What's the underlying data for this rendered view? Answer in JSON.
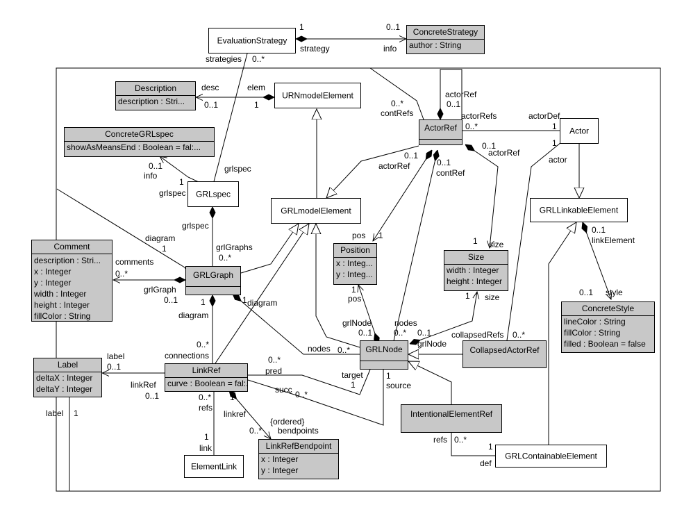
{
  "classes": {
    "evaluationStrategy": {
      "name": "EvaluationStrategy"
    },
    "concreteStrategy": {
      "name": "ConcreteStrategy",
      "attrs": [
        "author : String"
      ]
    },
    "description": {
      "name": "Description",
      "attrs": [
        "description : Stri..."
      ]
    },
    "urnModelElement": {
      "name": "URNmodelElement"
    },
    "concreteGrlSpec": {
      "name": "ConcreteGRLspec",
      "attrs": [
        "showAsMeansEnd : Boolean = fal:..."
      ]
    },
    "actorRef": {
      "name": "ActorRef"
    },
    "actor": {
      "name": "Actor"
    },
    "grlSpec": {
      "name": "GRLspec"
    },
    "grlModelElement": {
      "name": "GRLmodelElement"
    },
    "grlLinkableElement": {
      "name": "GRLLinkableElement"
    },
    "comment": {
      "name": "Comment",
      "attrs": [
        "description : Stri...",
        "x : Integer",
        "y : Integer",
        "width : Integer",
        "height : Integer",
        "fillColor : String"
      ]
    },
    "grlGraph": {
      "name": "GRLGraph"
    },
    "position": {
      "name": "Position",
      "attrs": [
        "x : Integ...",
        "y : Integ..."
      ]
    },
    "size": {
      "name": "Size",
      "attrs": [
        "width : Integer",
        "height : Integer"
      ]
    },
    "concreteStyle": {
      "name": "ConcreteStyle",
      "attrs": [
        "lineColor : String",
        "fillColor : String",
        "filled : Boolean = false"
      ]
    },
    "label": {
      "name": "Label",
      "attrs": [
        "deltaX : Integer",
        "deltaY : Integer"
      ]
    },
    "linkRef": {
      "name": "LinkRef",
      "attrs": [
        "curve : Boolean = fal:..."
      ]
    },
    "grlNode": {
      "name": "GRLNode"
    },
    "collapsedActorRef": {
      "name": "CollapsedActorRef"
    },
    "intentionalElementRef": {
      "name": "IntentionalElementRef"
    },
    "grlContainableElement": {
      "name": "GRLContainableElement"
    },
    "elementLink": {
      "name": "ElementLink"
    },
    "linkRefBendpoint": {
      "name": "LinkRefBendpoint",
      "attrs": [
        "x : Integer",
        "y : Integer"
      ]
    }
  },
  "roles": {
    "r1": "1",
    "r2": "0..1",
    "r3": "strategies",
    "r4": "0..*",
    "r5": "strategy",
    "r6": "info",
    "r7": "desc",
    "r8": "0..1",
    "r9": "elem",
    "r10": "1",
    "r11": "0..*",
    "r12": "contRefs",
    "r13": "actorRef",
    "r14": "0..1",
    "r15": "actorRefs",
    "r16": "0..*",
    "r17": "actorDef",
    "r18": "1",
    "r19": "1",
    "r20": "actor",
    "r21": "0..1",
    "r22": "info",
    "r23": "1",
    "r24": "grlspec",
    "r25": "grlspec",
    "r26": "0..1",
    "r27": "actorRef",
    "r28": "0..1",
    "r29": "contRef",
    "r30": "0..1",
    "r31": "actorRef",
    "r32": "0..1",
    "r33": "linkElement",
    "r34": "diagram",
    "r35": "1",
    "r36": "grlspec",
    "r37": "grlGraphs",
    "r38": "0..*",
    "r39": "pos",
    "r40": "1",
    "r41": "1",
    "r42": "size",
    "r43": "comments",
    "r44": "0..*",
    "r45": "grlGraph",
    "r46": "0..1",
    "r47": "1",
    "r48": "pos",
    "r49": "1",
    "r50": "size",
    "r51": "0..1",
    "r52": "style",
    "r53": "1",
    "r54": "1",
    "r55": "diagram",
    "r56": "diagram",
    "r57": "grlNode",
    "r58": "0..1",
    "r59": "nodes",
    "r60": "0..*",
    "r61": "0..1",
    "r62": "grlNode",
    "r63": "collapsedRefs",
    "r64": "0..*",
    "r65": "nodes",
    "r66": "0..*",
    "r67": "connections",
    "r68": "0..*",
    "r69": "label",
    "r70": "0..1",
    "r71": "pred",
    "r72": "0..*",
    "r73": "target",
    "r74": "1",
    "r75": "1",
    "r76": "source",
    "r77": "linkRef",
    "r78": "0..1",
    "r79": "succ",
    "r80": "0..*",
    "r81": "0..*",
    "r82": "refs",
    "r83": "linkref",
    "r84": "1",
    "r85": "{ordered}",
    "r86": "bendpoints",
    "r87": "0..*",
    "r88": "label",
    "r89": "1",
    "r90": "1",
    "r91": "link",
    "r92": "refs",
    "r93": "0..*",
    "r94": "1",
    "r95": "def"
  }
}
